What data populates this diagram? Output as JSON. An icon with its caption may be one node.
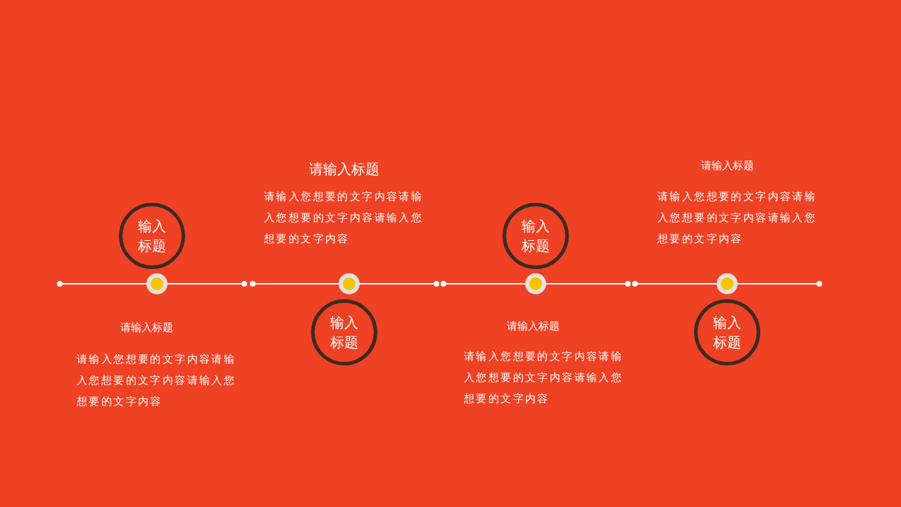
{
  "diagram": {
    "nodes": [
      {
        "text": [
          "输入标题"
        ]
      },
      {
        "text": [
          "输入标题"
        ]
      },
      {
        "text": [
          "输入标题"
        ]
      },
      {
        "text": [
          "输入标题"
        ]
      }
    ],
    "labels": [
      "请输入标题",
      "请输入您想要的文字内容请输入您想要的文字内容请输入您想要的文字内容",
      "请输入标题",
      "请输入您想要的文字内容请输入您想要的文字内容请输入您想要的文字内容",
      "请输入标题",
      "请输入您想要的文字内容请输入您想要的文字内容请输入您想要的文字内容",
      "请输入标题",
      "请输入您想要的文字内容请输入您想要的文字内容请输入您想要的文字内容"
    ]
  }
}
